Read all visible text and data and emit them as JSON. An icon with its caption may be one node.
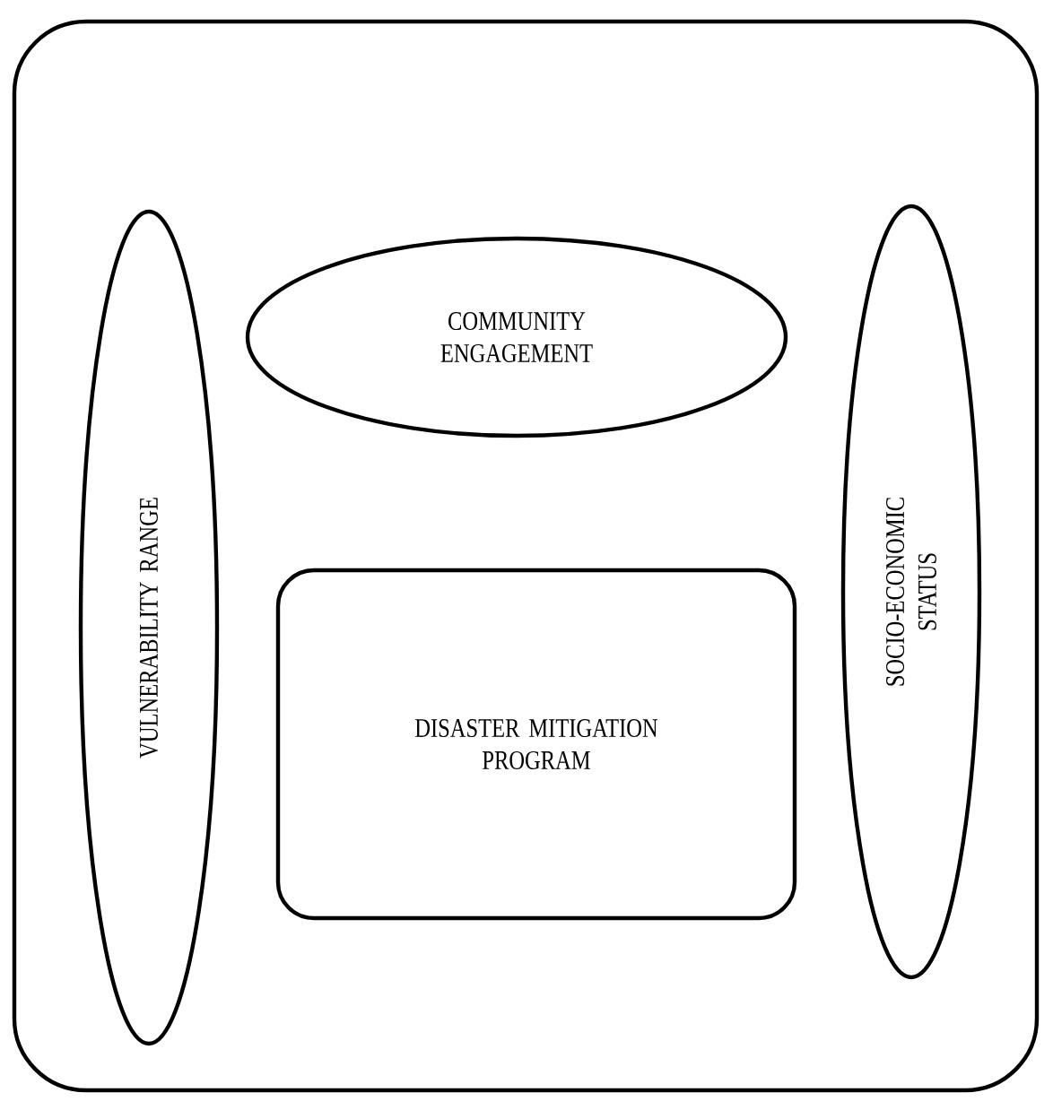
{
  "diagram": {
    "nodes": [
      {
        "text": [],
        "shape": "box"
      },
      {
        "text": [
          "COMMUNITY ENGAGEMENT"
        ],
        "in": 0
      },
      {
        "text": [
          "VULNERABILITY RANGE"
        ],
        "in": 0
      },
      {
        "text": [
          "SOCIO-ECONOMIC STATUS"
        ],
        "in": 0
      },
      {
        "text": [
          "DISASTER MITIGATION PROGRAM"
        ],
        "in": 0
      }
    ]
  }
}
